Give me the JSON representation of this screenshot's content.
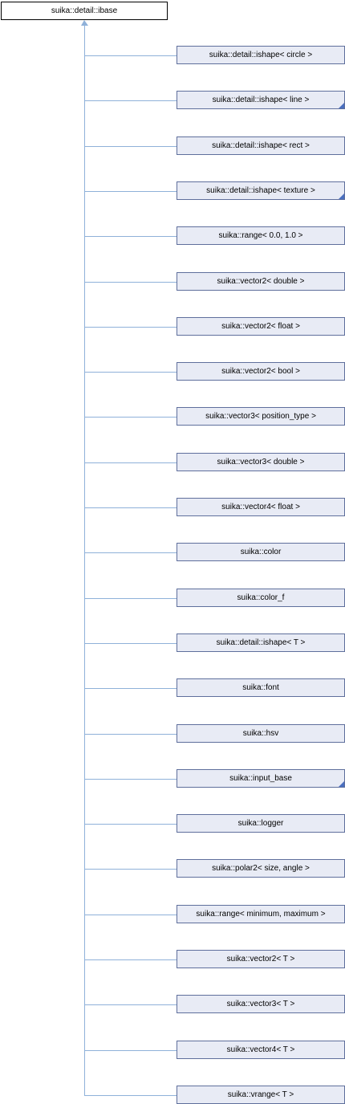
{
  "base_class": "suika::detail::ibase",
  "colors": {
    "edge": "#8fb1d9",
    "node_fill": "#e8ebf5",
    "node_border": "#5f6f9c",
    "more_marker": "#4a6fbf"
  },
  "derived_classes": [
    {
      "name": "suika::detail::ishape< circle >",
      "has_more": false
    },
    {
      "name": "suika::detail::ishape< line >",
      "has_more": true
    },
    {
      "name": "suika::detail::ishape< rect >",
      "has_more": false
    },
    {
      "name": "suika::detail::ishape< texture >",
      "has_more": true
    },
    {
      "name": "suika::range< 0.0, 1.0 >",
      "has_more": false
    },
    {
      "name": "suika::vector2< double >",
      "has_more": false
    },
    {
      "name": "suika::vector2< float >",
      "has_more": false
    },
    {
      "name": "suika::vector2< bool >",
      "has_more": false
    },
    {
      "name": "suika::vector3< position_type >",
      "has_more": false
    },
    {
      "name": "suika::vector3< double >",
      "has_more": false
    },
    {
      "name": "suika::vector4< float >",
      "has_more": false
    },
    {
      "name": "suika::color",
      "has_more": false
    },
    {
      "name": "suika::color_f",
      "has_more": false
    },
    {
      "name": "suika::detail::ishape< T >",
      "has_more": false
    },
    {
      "name": "suika::font",
      "has_more": false
    },
    {
      "name": "suika::hsv",
      "has_more": false
    },
    {
      "name": "suika::input_base",
      "has_more": true
    },
    {
      "name": "suika::logger",
      "has_more": false
    },
    {
      "name": "suika::polar2< size, angle >",
      "has_more": false
    },
    {
      "name": "suika::range< minimum, maximum >",
      "has_more": false
    },
    {
      "name": "suika::vector2< T >",
      "has_more": false
    },
    {
      "name": "suika::vector3< T >",
      "has_more": false
    },
    {
      "name": "suika::vector4< T >",
      "has_more": false
    },
    {
      "name": "suika::vrange< T >",
      "has_more": false
    }
  ]
}
